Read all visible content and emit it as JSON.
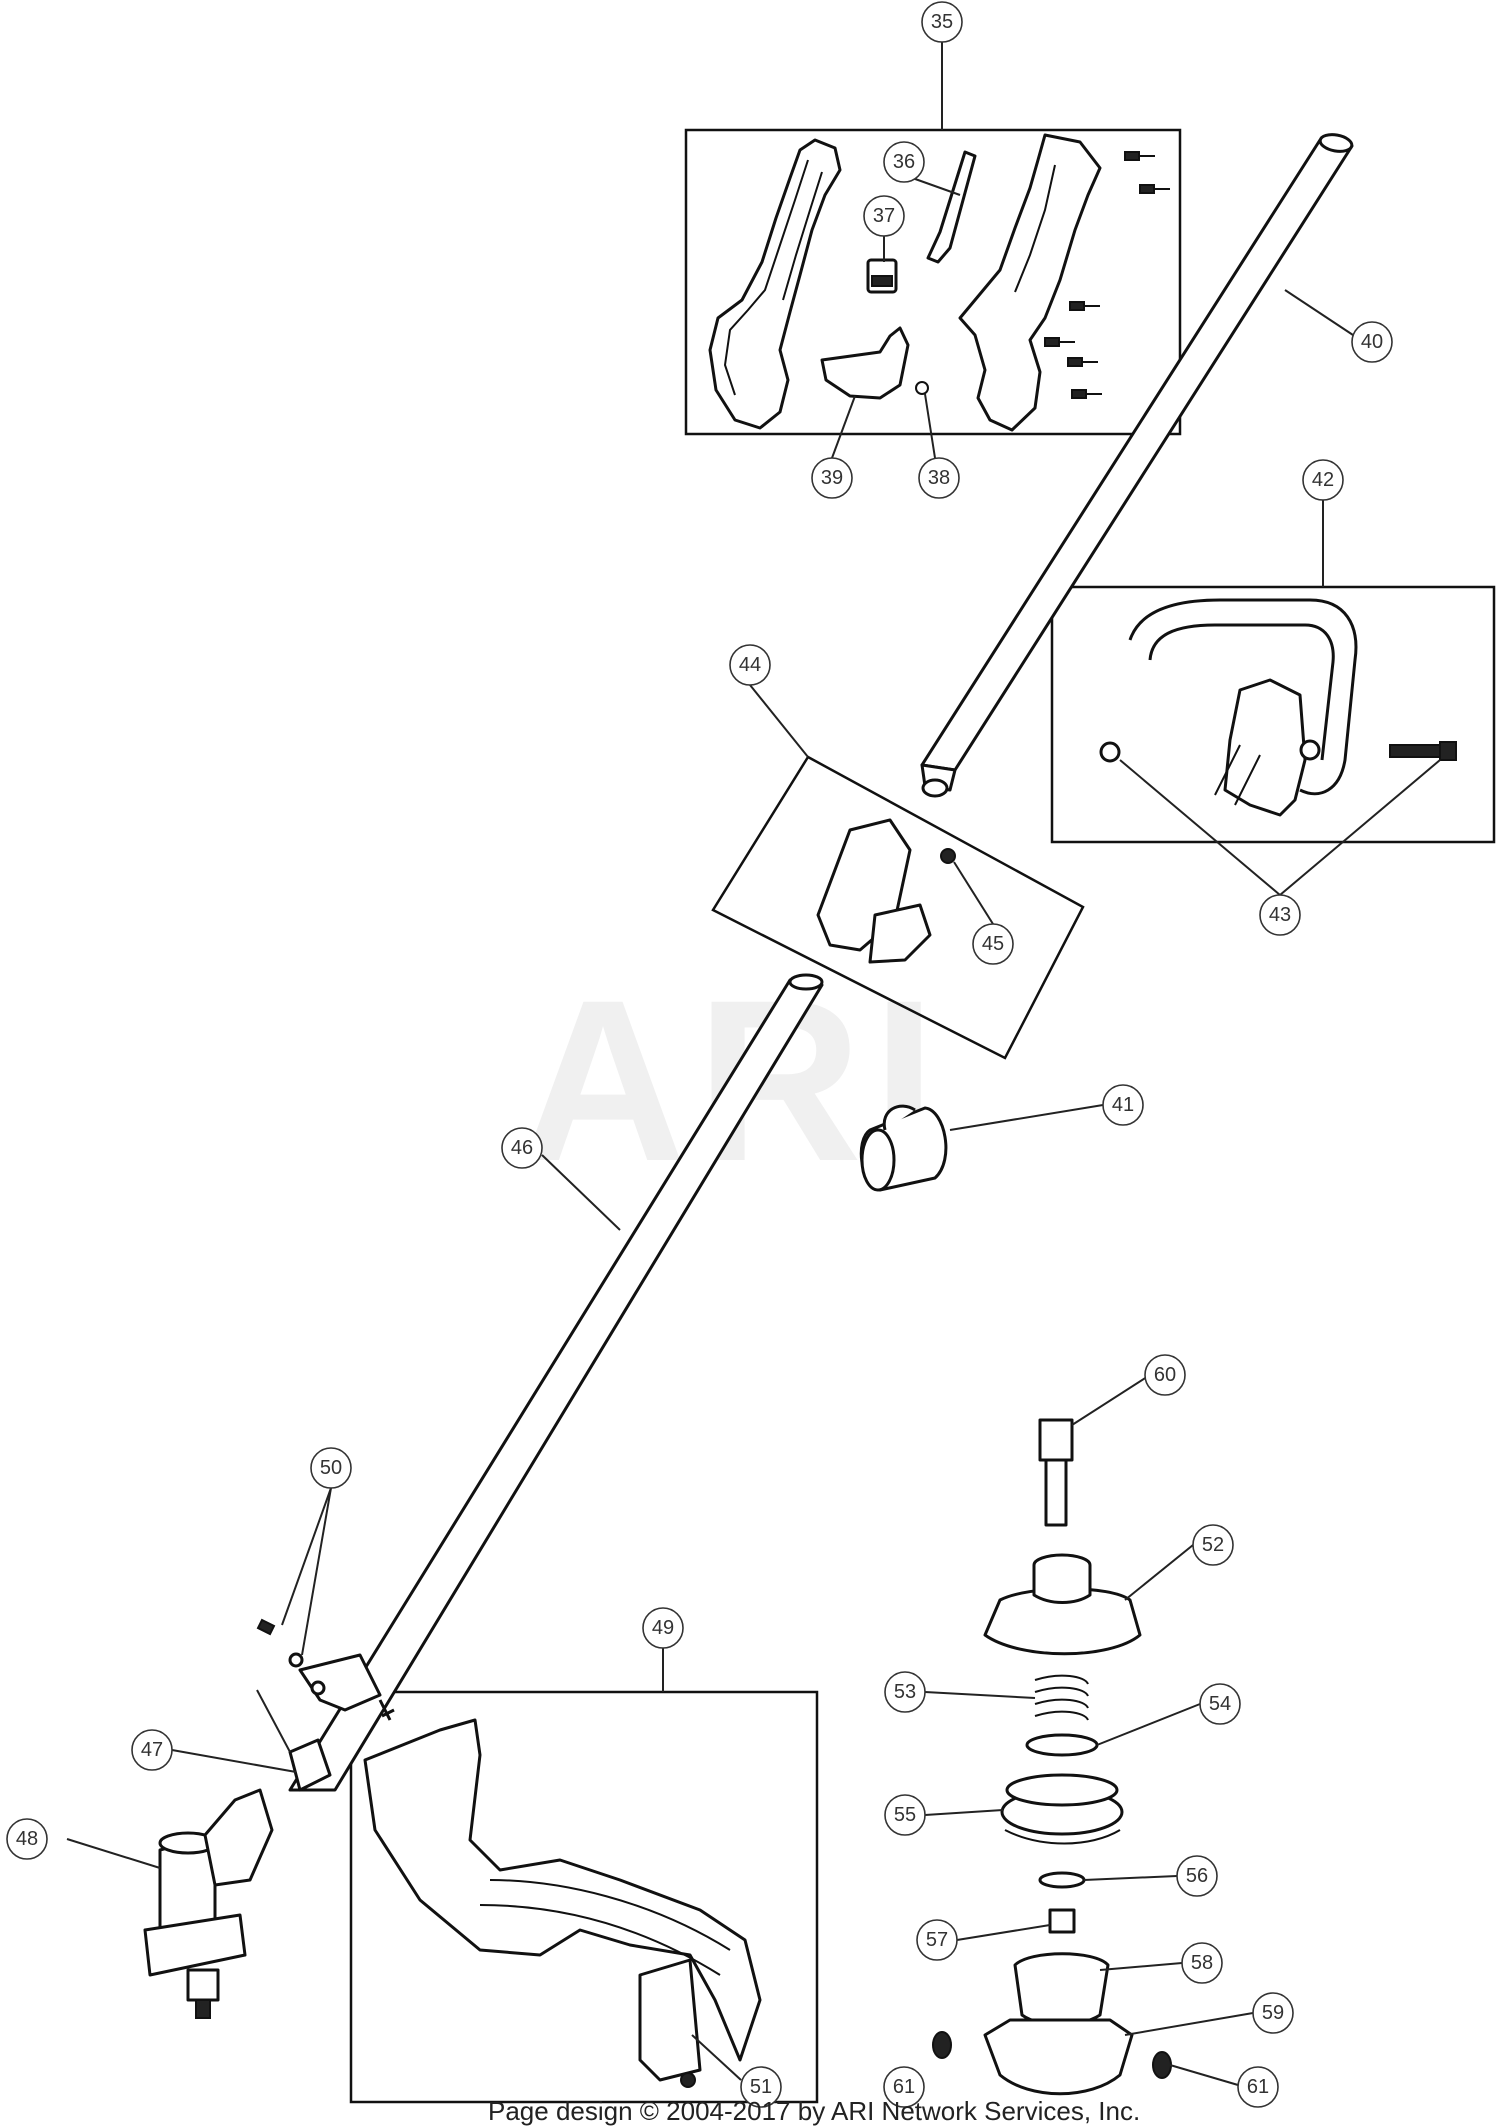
{
  "watermark": "ARI",
  "copyright": "Page design © 2004-2017 by ARI Network Services, Inc.",
  "callouts": [
    {
      "id": "35",
      "label": "35"
    },
    {
      "id": "36",
      "label": "36"
    },
    {
      "id": "37",
      "label": "37"
    },
    {
      "id": "38",
      "label": "38"
    },
    {
      "id": "39",
      "label": "39"
    },
    {
      "id": "40",
      "label": "40"
    },
    {
      "id": "41",
      "label": "41"
    },
    {
      "id": "42",
      "label": "42"
    },
    {
      "id": "43",
      "label": "43"
    },
    {
      "id": "44",
      "label": "44"
    },
    {
      "id": "45",
      "label": "45"
    },
    {
      "id": "46",
      "label": "46"
    },
    {
      "id": "47",
      "label": "47"
    },
    {
      "id": "48",
      "label": "48"
    },
    {
      "id": "49",
      "label": "49"
    },
    {
      "id": "50",
      "label": "50"
    },
    {
      "id": "51",
      "label": "51"
    },
    {
      "id": "52",
      "label": "52"
    },
    {
      "id": "53",
      "label": "53"
    },
    {
      "id": "54",
      "label": "54"
    },
    {
      "id": "55",
      "label": "55"
    },
    {
      "id": "56",
      "label": "56"
    },
    {
      "id": "57",
      "label": "57"
    },
    {
      "id": "58",
      "label": "58"
    },
    {
      "id": "59",
      "label": "59"
    },
    {
      "id": "60",
      "label": "60"
    },
    {
      "id": "61a",
      "label": "61"
    },
    {
      "id": "61b",
      "label": "61"
    }
  ]
}
